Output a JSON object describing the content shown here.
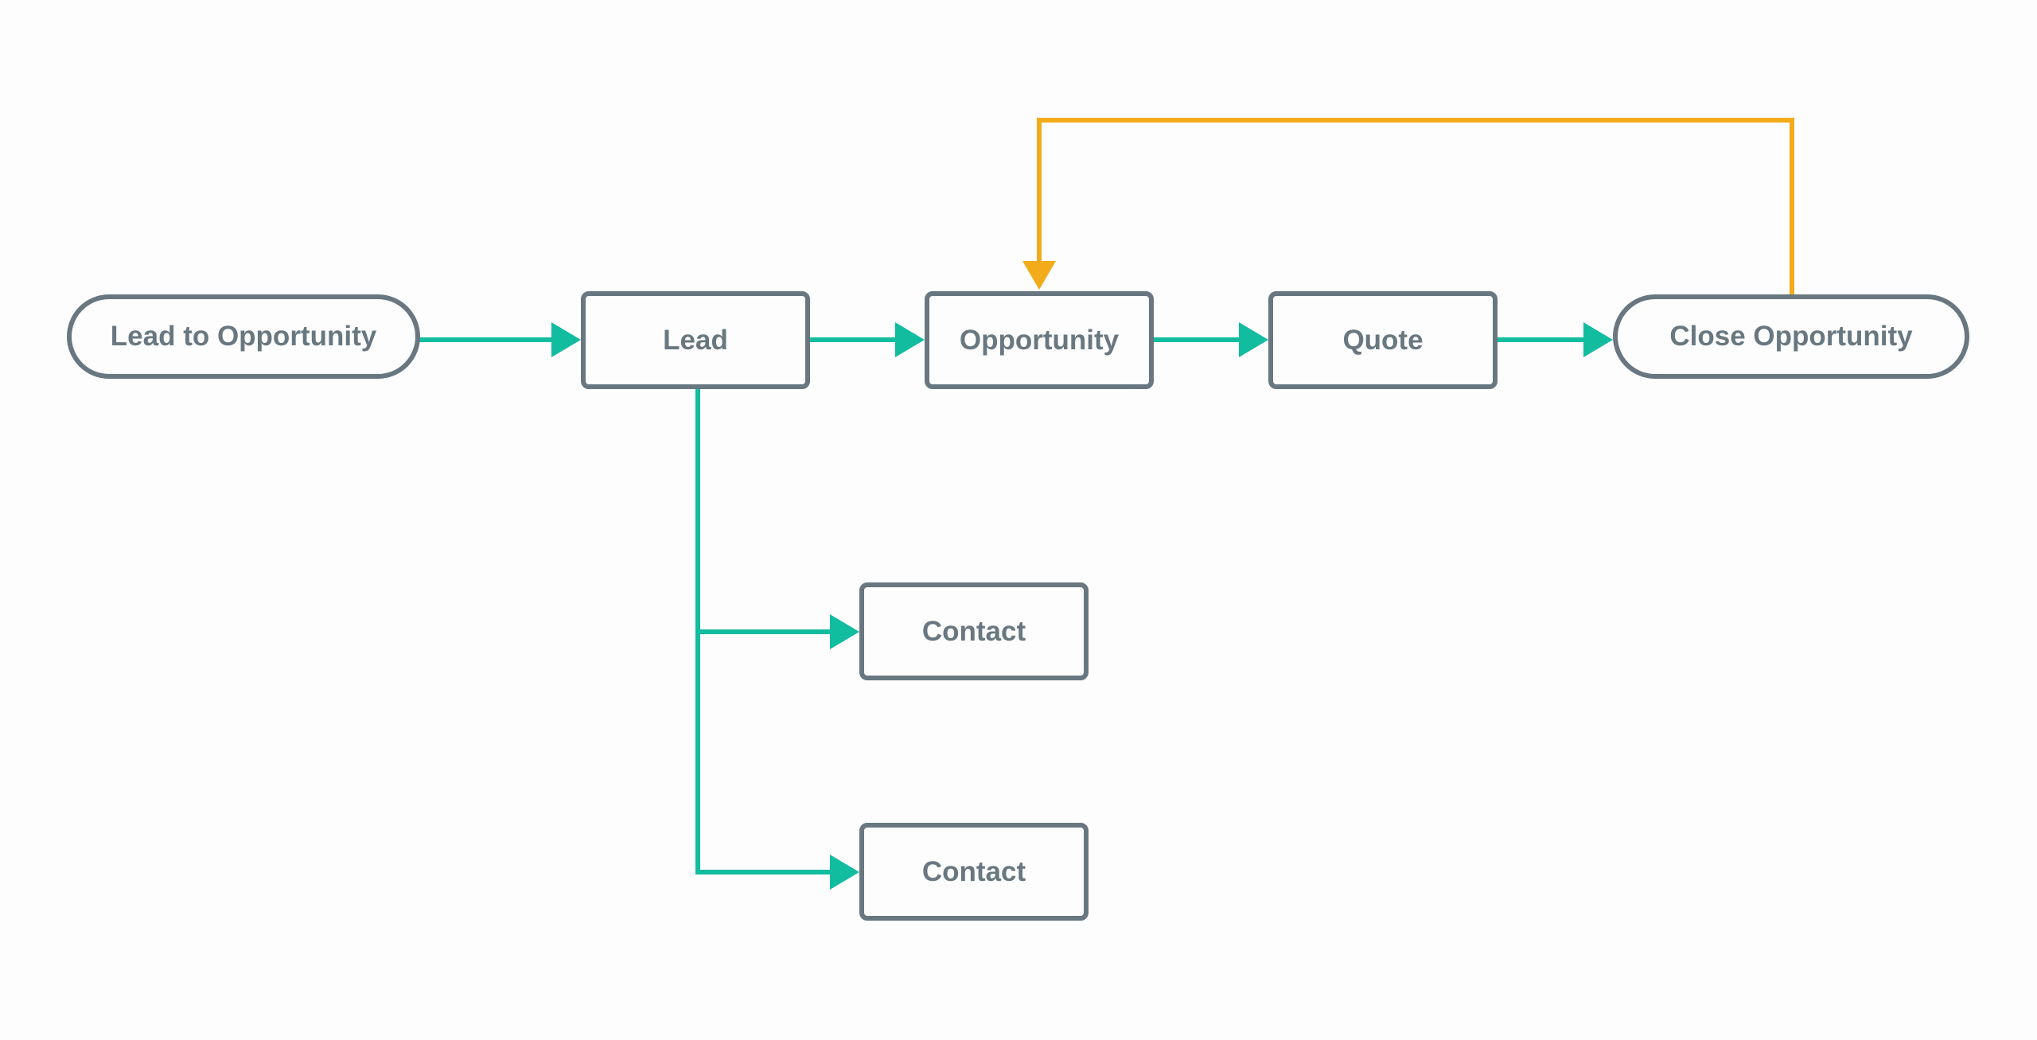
{
  "diagram": {
    "colors": {
      "node_border": "#687780",
      "node_text": "#687780",
      "flow_arrow": "#12bc9f",
      "loop_arrow": "#f2ab1a",
      "background": "#fdfdfd"
    },
    "nodes": {
      "start": {
        "label": "Lead to Opportunity",
        "shape": "terminal"
      },
      "lead": {
        "label": "Lead",
        "shape": "process"
      },
      "opportunity": {
        "label": "Opportunity",
        "shape": "process"
      },
      "quote": {
        "label": "Quote",
        "shape": "process"
      },
      "close": {
        "label": "Close Opportunity",
        "shape": "terminal"
      },
      "contact_1": {
        "label": "Contact",
        "shape": "process"
      },
      "contact_2": {
        "label": "Contact",
        "shape": "process"
      }
    },
    "edges": [
      {
        "from": "start",
        "to": "lead",
        "color": "flow_arrow"
      },
      {
        "from": "lead",
        "to": "opportunity",
        "color": "flow_arrow"
      },
      {
        "from": "opportunity",
        "to": "quote",
        "color": "flow_arrow"
      },
      {
        "from": "quote",
        "to": "close",
        "color": "flow_arrow"
      },
      {
        "from": "lead",
        "to": "contact_1",
        "color": "flow_arrow"
      },
      {
        "from": "lead",
        "to": "contact_2",
        "color": "flow_arrow"
      },
      {
        "from": "close",
        "to": "opportunity",
        "color": "loop_arrow"
      }
    ]
  }
}
